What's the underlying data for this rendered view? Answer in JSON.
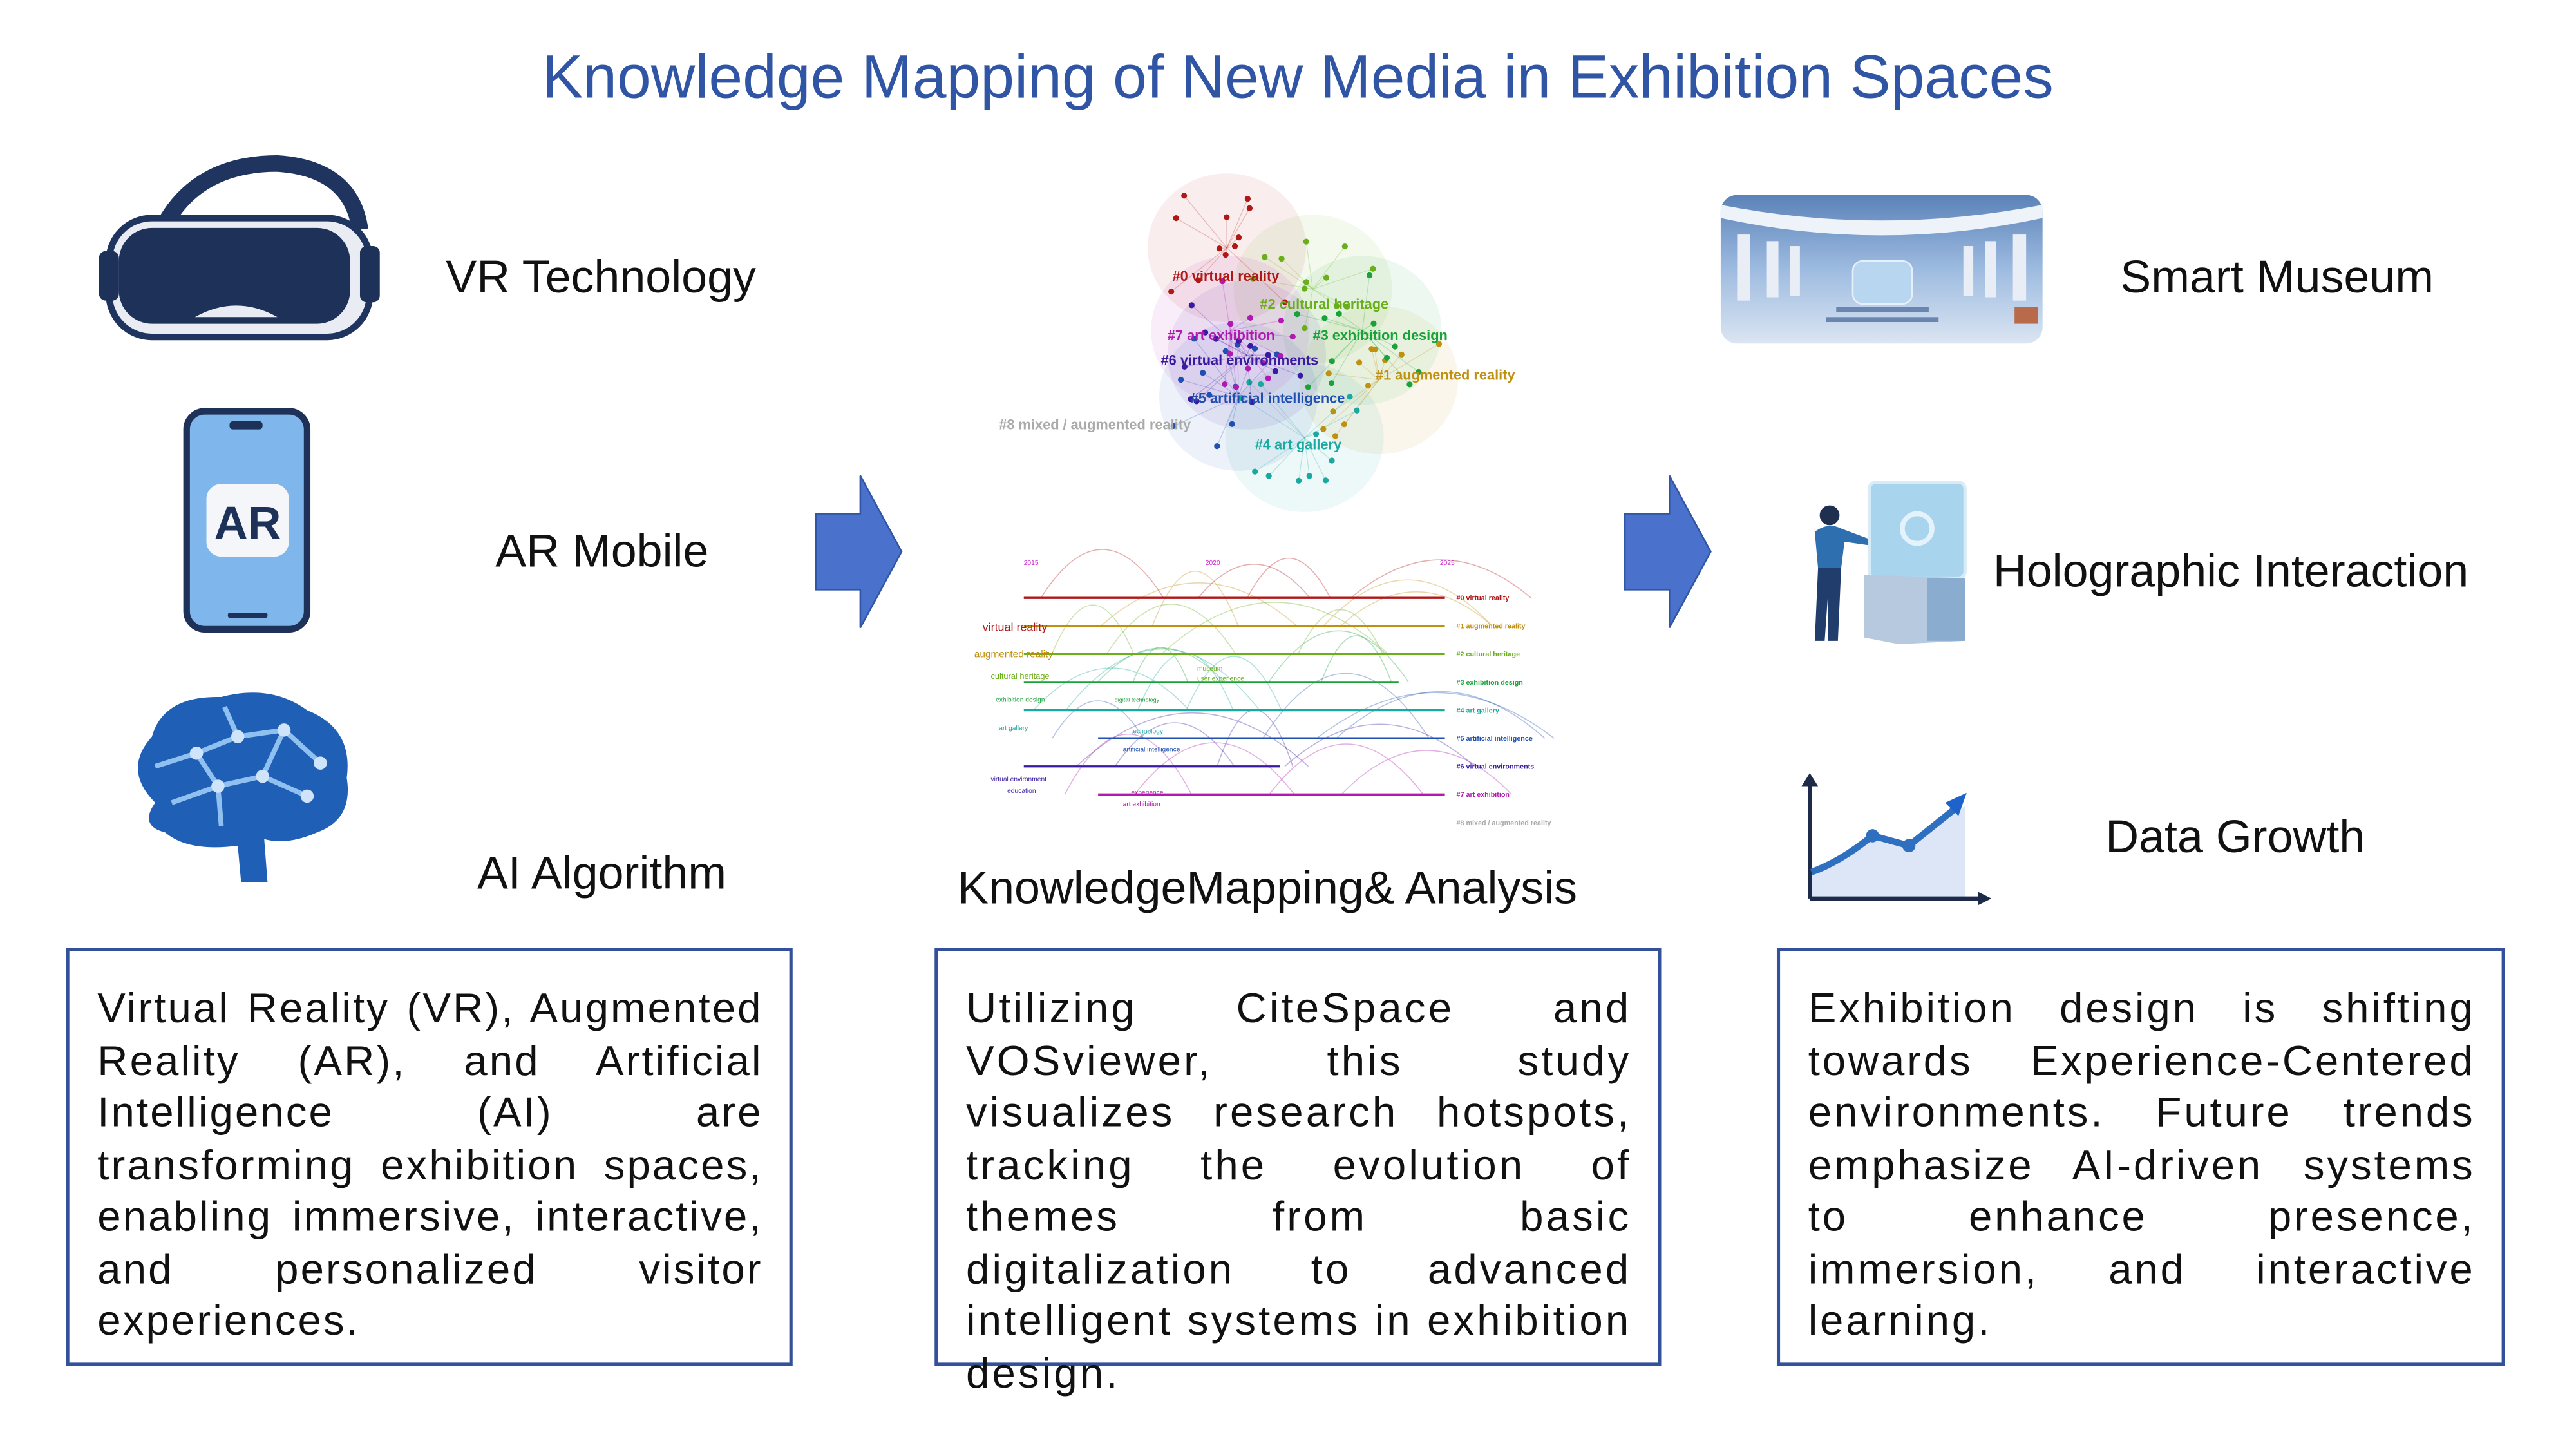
{
  "title": "Knowledge Mapping of New Media in Exhibition Spaces",
  "left": {
    "items": [
      {
        "label": "VR Technology",
        "icon": "vr-headset-icon"
      },
      {
        "label": "AR Mobile",
        "icon": "ar-phone-icon",
        "badge": "AR"
      },
      {
        "label": "AI Algorithm",
        "icon": "brain-icon"
      }
    ],
    "description": "Virtual Reality (VR), Augmented Reality (AR), and Artificial Intelligence (AI) are transforming exhibition spaces, enabling immersive, interactive, and personalized visitor experiences."
  },
  "center": {
    "caption": "KnowledgeMapping& Analysis",
    "clusters": [
      {
        "label": "#0 virtual reality",
        "color": "#b01818"
      },
      {
        "label": "#1 augmented reality",
        "color": "#c09010"
      },
      {
        "label": "#2 cultural heritage",
        "color": "#6aae1a"
      },
      {
        "label": "#3 exhibition design",
        "color": "#19a23a"
      },
      {
        "label": "#4 art gallery",
        "color": "#1aa9a0"
      },
      {
        "label": "#5 artificial intelligence",
        "color": "#1f4fb0"
      },
      {
        "label": "#6 virtual environments",
        "color": "#3a1aa0"
      },
      {
        "label": "#7 art exhibition",
        "color": "#b01ab0"
      },
      {
        "label": "#8 mixed / augmented reality",
        "color": "#aaaaaa"
      }
    ],
    "timeline_years": [
      "2015",
      "2020",
      "2025"
    ],
    "timeline_terms": [
      "virtual reality",
      "augmented reality",
      "cultural heritage",
      "exhibition design",
      "art gallery",
      "technology",
      "artificial intelligence",
      "user experience",
      "museum",
      "digital technology",
      "virtual environment",
      "education",
      "experience",
      "art exhibition"
    ],
    "description": "Utilizing CiteSpace and VOSviewer, this study visualizes research hotspots, tracking the evolution of themes from basic digitalization to advanced intelligent systems in exhibition design."
  },
  "right": {
    "items": [
      {
        "label": "Smart Museum",
        "icon": "smart-museum-image"
      },
      {
        "label": "Holographic Interaction",
        "icon": "hologram-icon"
      },
      {
        "label": "Data Growth",
        "icon": "growth-chart-icon"
      }
    ],
    "description": "Exhibition design is shifting towards Experience-Centered environments. Future trends emphasize AI-driven systems to enhance presence, immersion, and interactive learning."
  },
  "colors": {
    "title": "#2f55a4",
    "arrow": "#4a72cc",
    "border": "#33509a"
  }
}
